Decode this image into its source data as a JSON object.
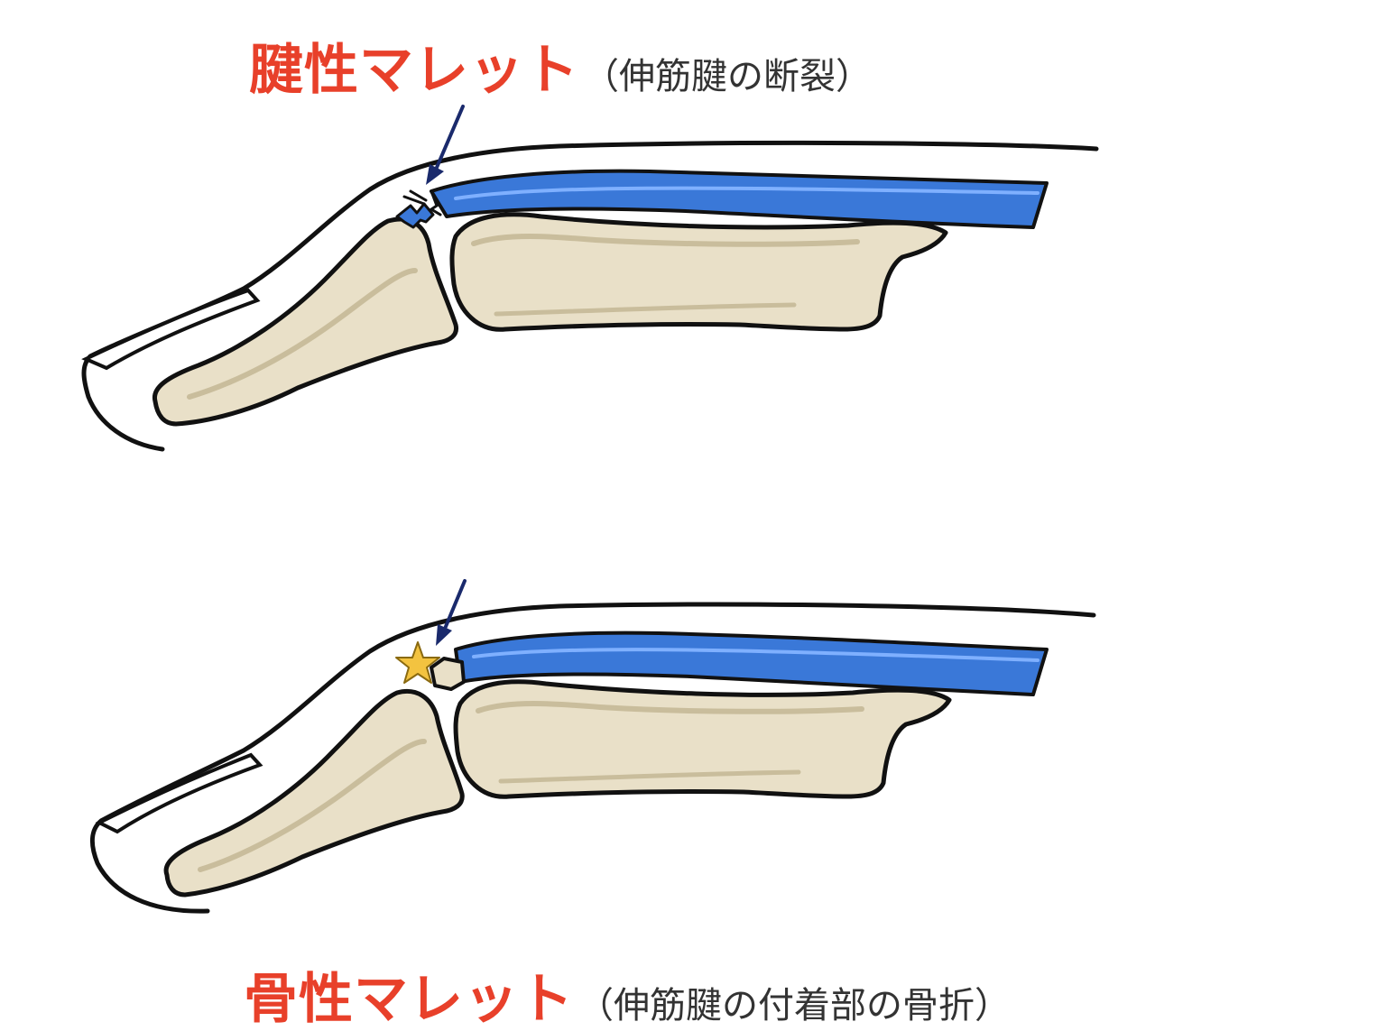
{
  "panels": {
    "top": {
      "title": "腱性マレット",
      "subtitle": "（伸筋腱の断裂）"
    },
    "bottom": {
      "title": "骨性マレット",
      "subtitle": "（伸筋腱の付着部の骨折）"
    }
  },
  "colors": {
    "title_red": "#e8402a",
    "tendon_blue": "#3a78d8",
    "bone_fill": "#e9e0c8",
    "outline": "#111111",
    "arrow": "#1a2a6c",
    "fracture_star": "#f3c340"
  }
}
